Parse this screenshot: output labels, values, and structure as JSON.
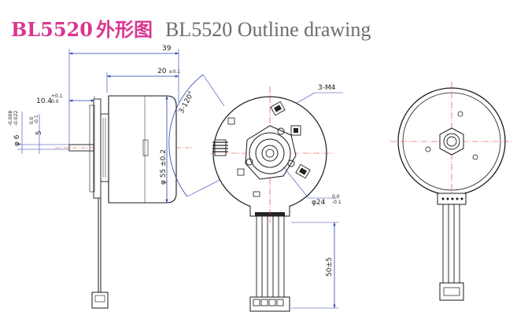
{
  "title": {
    "model": "BL5520",
    "chinese": "外形图",
    "english": "BL5520 Outline drawing"
  },
  "side_view": {
    "dim_overall": "39",
    "dim_body": "20",
    "dim_body_tol": "±0.1",
    "dim_shaft_len": "10.4",
    "dim_shaft_len_tol_upper": "+0.1",
    "dim_shaft_len_tol_lower": "0.0",
    "dim_shaft_dia": "φ 6",
    "dim_shaft_dia_tol_upper": "-0.008",
    "dim_shaft_dia_tol_lower": "-0.022",
    "dim_flat": "5",
    "dim_flat_tol_upper": "0.0",
    "dim_flat_tol_lower": "-0.1",
    "dim_diameter": "φ 55 ±0.2"
  },
  "pcb_view": {
    "holes_label": "3-M4",
    "angle_label": "3-120°",
    "boss_dia": "φ24",
    "boss_dia_tol_upper": "0.0",
    "boss_dia_tol_lower": "-0.1",
    "cable_len": "50±5"
  },
  "colors": {
    "title_pink": "#d9368f",
    "title_gray": "#6d6d6d",
    "line": "#1a1a1a",
    "dim_blue": "#2a3fb0",
    "center_red": "#e0302a"
  }
}
